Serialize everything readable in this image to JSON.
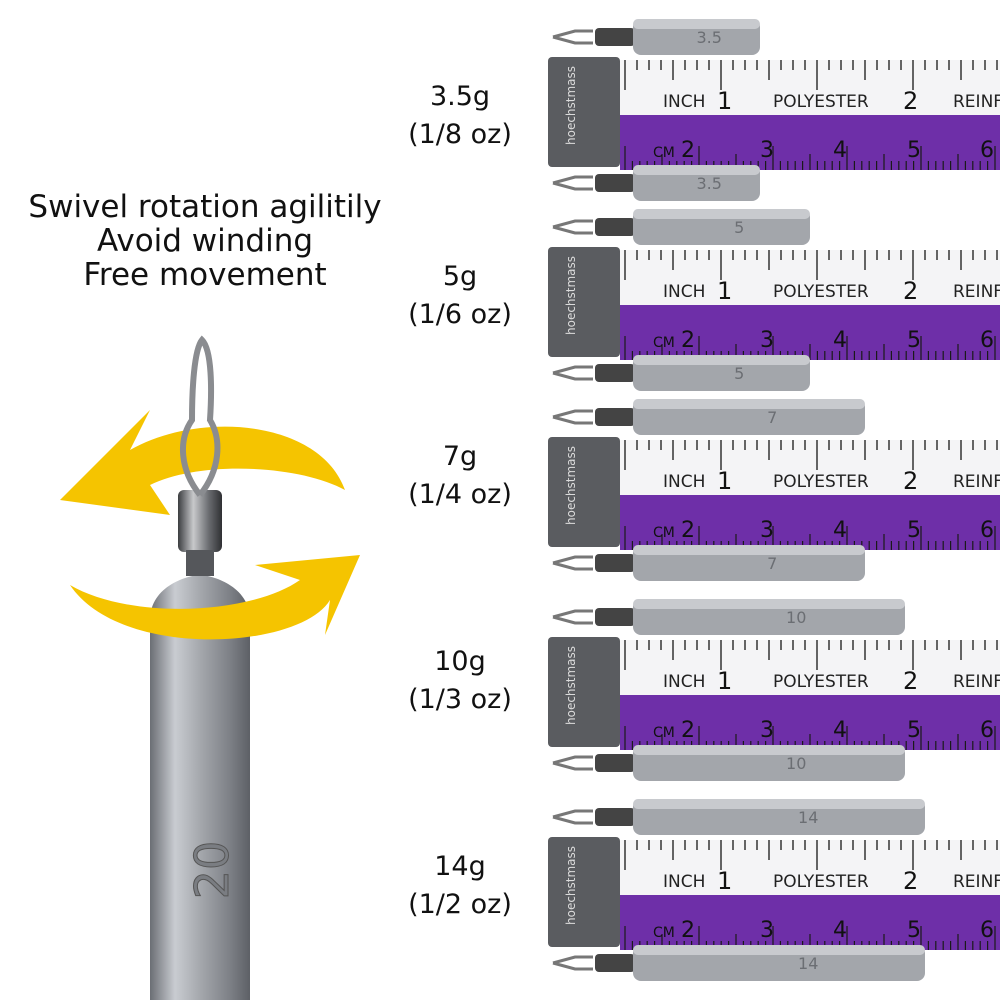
{
  "headline": [
    "Swivel rotation agilitily",
    "Avoid winding",
    "Free movement"
  ],
  "big_sinker_number": "20",
  "colors": {
    "arrow": "#F5C400",
    "tape_purple": "#6E2FA8",
    "tape_white": "#F4F4F6",
    "lead": "#9A9DA3"
  },
  "weights": [
    {
      "grams": "3.5g",
      "oz": "(1/8 oz)",
      "stamp": "3.5"
    },
    {
      "grams": "5g",
      "oz": "(1/6 oz)",
      "stamp": "5"
    },
    {
      "grams": "7g",
      "oz": "(1/4 oz)",
      "stamp": "7"
    },
    {
      "grams": "10g",
      "oz": "(1/3 oz)",
      "stamp": "10"
    },
    {
      "grams": "14g",
      "oz": "(1/2 oz)",
      "stamp": "14"
    }
  ],
  "tape": {
    "brand": "hoechstmass",
    "inch": "INCH",
    "inch_1": "1",
    "polyester": "POLYESTER",
    "inch_2": "2",
    "reinf": "REINF",
    "cm": "CM",
    "cm_nums": [
      "2",
      "3",
      "4",
      "5",
      "6"
    ]
  }
}
